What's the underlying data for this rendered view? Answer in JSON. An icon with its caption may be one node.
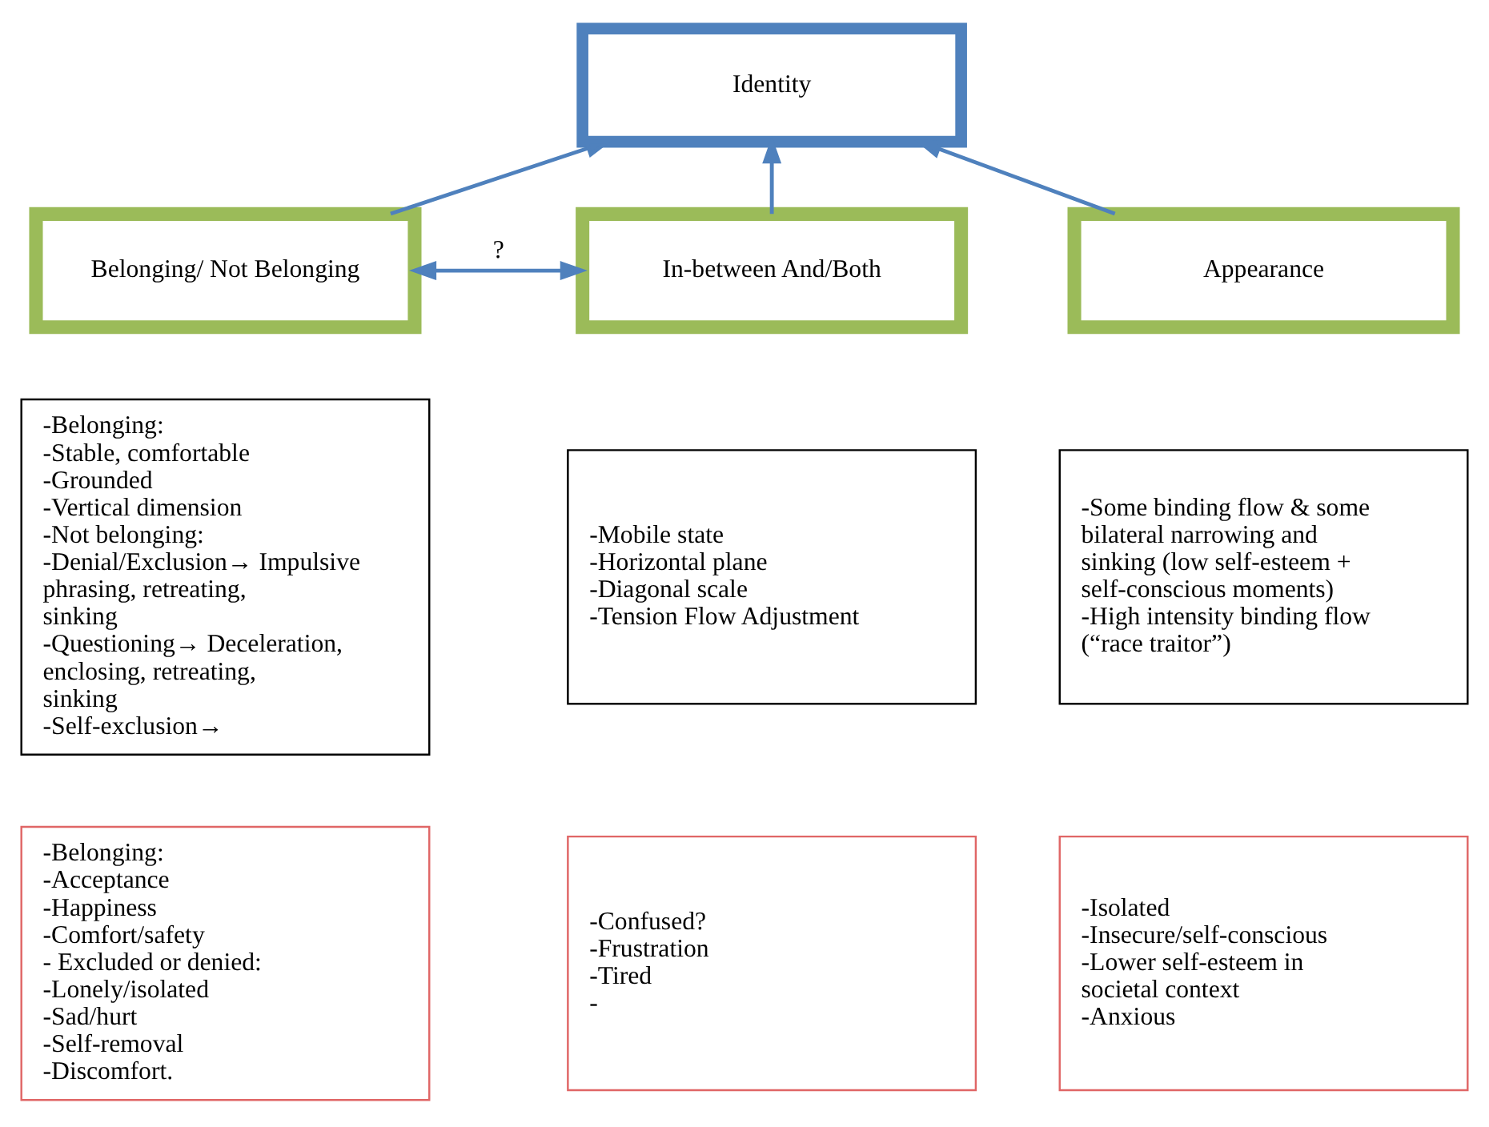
{
  "diagram": {
    "nodes": [
      {
        "text": [
          "Identity"
        ]
      },
      {
        "text": [
          "Belonging/ Not Belonging"
        ]
      },
      {
        "text": [
          "In-between And/Both"
        ]
      },
      {
        "text": [
          "Appearance"
        ]
      },
      {
        "text": [
          "-Belonging:",
          "-Stable, comfortable",
          "-Grounded",
          "-Vertical dimension",
          "-Not belonging:",
          "-Denial/Exclusion→ Impulsive phrasing, retreating, sinking",
          "-Questioning→ Deceleration, enclosing, retreating, sinking",
          "-Self-exclusion→"
        ]
      },
      {
        "text": [
          "-Mobile state",
          "-Horizontal plane",
          "-Diagonal scale",
          "-Tension Flow Adjustment"
        ]
      },
      {
        "text": [
          "-Some binding flow & some bilateral narrowing and sinking (low self-esteem + self-conscious moments)",
          "-High intensity binding flow (“race traitor”)"
        ]
      },
      {
        "text": [
          "-Belonging:",
          "-Acceptance",
          "-Happiness",
          "-Comfort/safety",
          "- Excluded or denied:",
          "-Lonely/isolated",
          "-Sad/hurt",
          "-Self-removal",
          "-Discomfort."
        ]
      },
      {
        "text": [
          "-Confused?",
          "-Frustration",
          "-Tired",
          "-"
        ]
      },
      {
        "text": [
          "-Isolated",
          "-Insecure/self-conscious",
          "-Lower self-esteem in societal context",
          "-Anxious"
        ]
      }
    ],
    "edges": [
      {
        "from": 1,
        "to": 0,
        "arrow": "to"
      },
      {
        "from": 2,
        "to": 0,
        "arrow": "to"
      },
      {
        "from": 3,
        "to": 0,
        "arrow": "to"
      },
      {
        "from": 1,
        "to": 2,
        "arrow": "both",
        "label": "?"
      }
    ]
  }
}
